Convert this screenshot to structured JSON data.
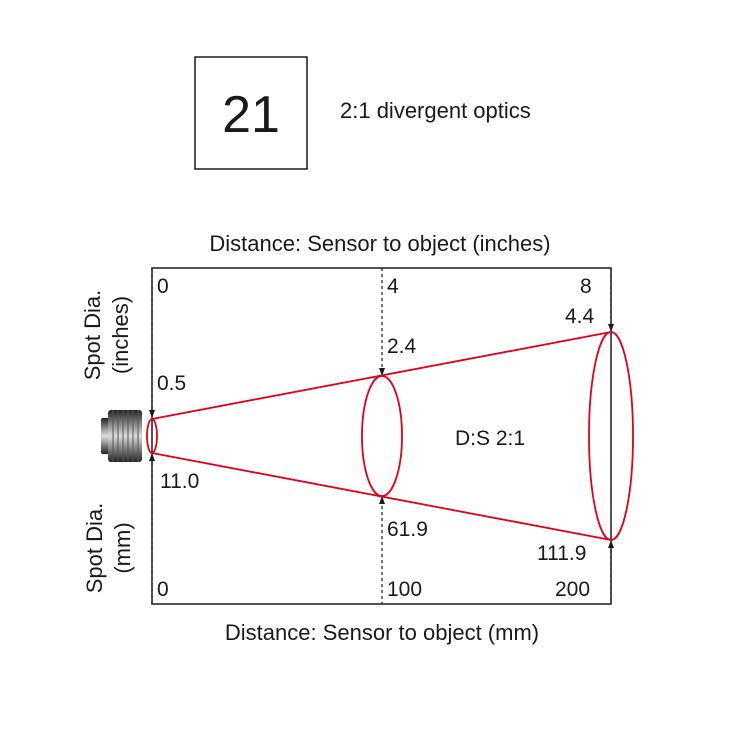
{
  "header": {
    "number": "21",
    "title": "2:1 divergent optics"
  },
  "axes": {
    "top_label": "Distance: Sensor to object (inches)",
    "bottom_label": "Distance: Sensor to object (mm)",
    "left_top_label_line1": "Spot Dia.",
    "left_top_label_line2": "(inches)",
    "left_bottom_label_line1": "Spot Dia.",
    "left_bottom_label_line2": "(mm)"
  },
  "distances_inches": [
    "0",
    "4",
    "8"
  ],
  "distances_mm": [
    "0",
    "100",
    "200"
  ],
  "spot_inches": [
    "0.5",
    "2.4",
    "4.4"
  ],
  "spot_mm": [
    "11.0",
    "61.9",
    "111.9"
  ],
  "ratio_label": "D:S 2:1",
  "colors": {
    "beam": "#e2001a",
    "line": "#1a1a1a"
  }
}
